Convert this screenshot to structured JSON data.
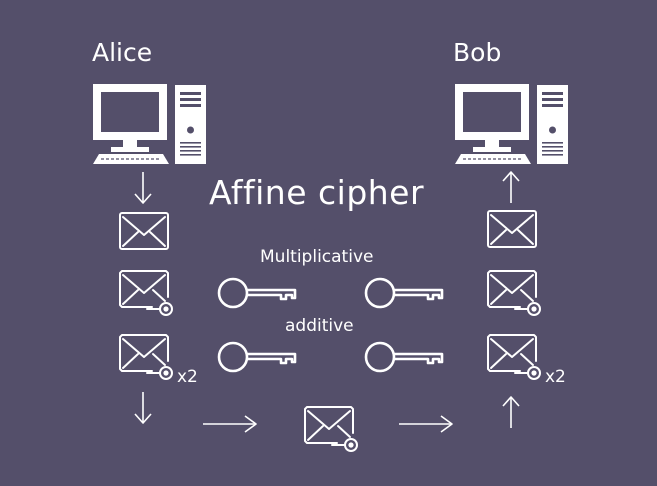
{
  "diagram": {
    "title": "Affine cipher",
    "left_party": "Alice",
    "right_party": "Bob",
    "key_label_top": "Multiplicative",
    "key_label_bottom": "additive",
    "repeat_left": "x2",
    "repeat_right": "x2"
  },
  "colors": {
    "background": "#544f6a",
    "foreground": "#ffffff"
  },
  "icons": [
    "computer-icon",
    "envelope-icon",
    "locked-envelope-icon",
    "key-icon",
    "arrow-icon"
  ]
}
